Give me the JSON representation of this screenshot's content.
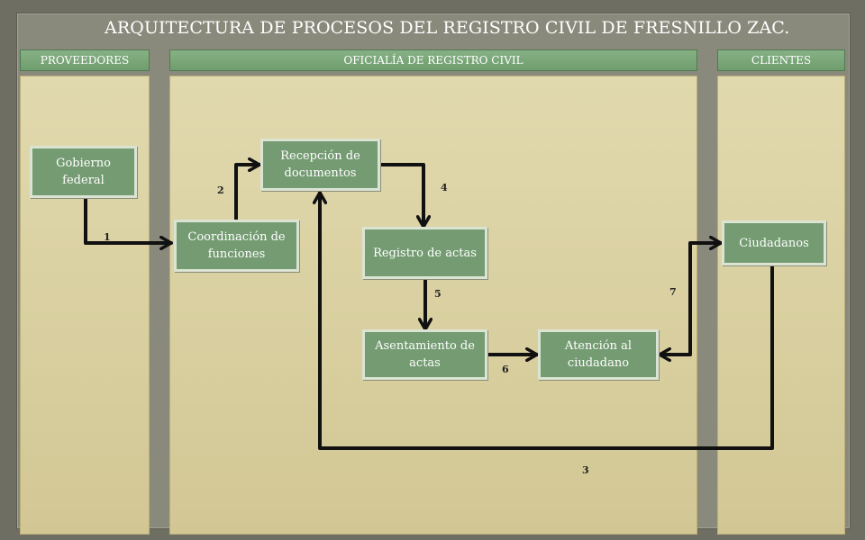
{
  "title": "ARQUITECTURA DE PROCESOS DEL REGISTRO CIVIL DE FRESNILLO ZAC.",
  "lanes": {
    "proveedores": "PROVEEDORES",
    "oficialia": "OFICIALÍA DE REGISTRO CIVIL",
    "clientes": "CLIENTES"
  },
  "nodes": {
    "gobierno": "Gobierno federal",
    "coordinacion": "Coordinación de funciones",
    "recepcion": "Recepción de documentos",
    "registro": "Registro de actas",
    "asentamiento": "Asentamiento de actas",
    "atencion": "Atención al ciudadano",
    "ciudadanos": "Ciudadanos"
  },
  "edges": {
    "e1": "1",
    "e2": "2",
    "e3": "3",
    "e4": "4",
    "e5": "5",
    "e6": "6",
    "e7": "7"
  },
  "colors": {
    "box_fill": "#749b72",
    "box_border": "#dbe4d2",
    "lane_fill": "#ddd4a6",
    "header_fill": "#7aa878",
    "connector": "#111111"
  }
}
